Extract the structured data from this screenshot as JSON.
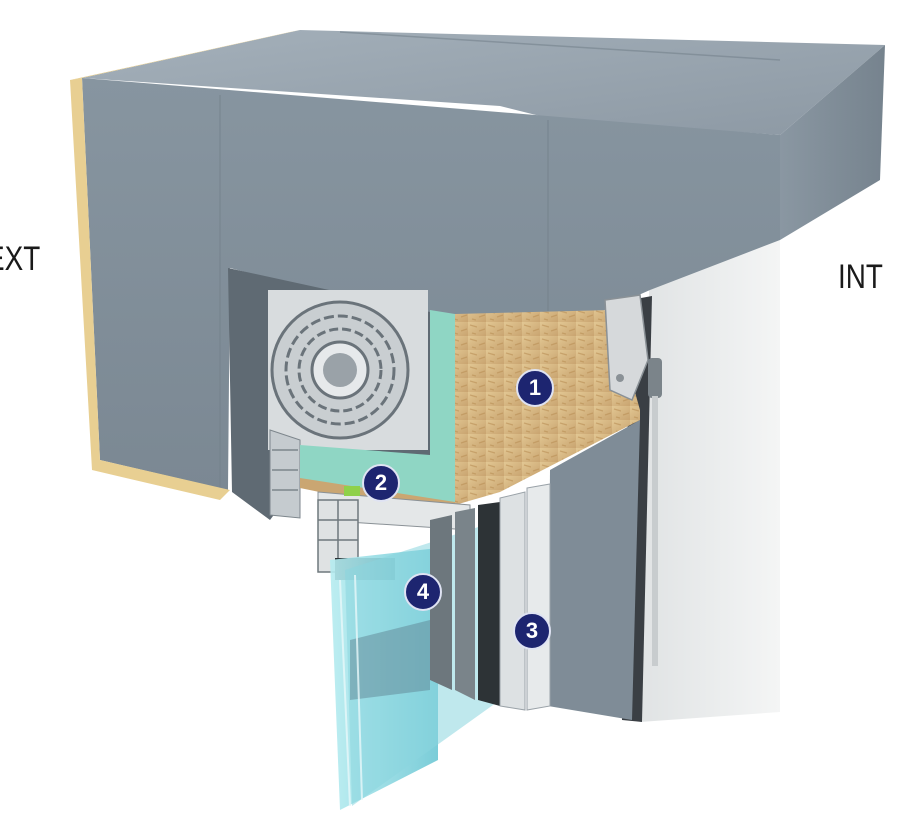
{
  "labels": {
    "exterior": "EXT",
    "interior": "INT"
  },
  "markers": [
    "1",
    "2",
    "3",
    "4"
  ],
  "colors": {
    "concrete": "#8e9ba6",
    "concrete_dark": "#6f7b86",
    "osb": "#d8b985",
    "insulation": "#8fd6c4",
    "glass": "#9fdde6",
    "pvc_profile": "#e8eaea",
    "plaster_wall": "#eef0f0",
    "marker_fill": "#1d2570"
  },
  "icons": [
    "roller-shutter-icon",
    "window-frame-icon",
    "bracket-icon"
  ]
}
